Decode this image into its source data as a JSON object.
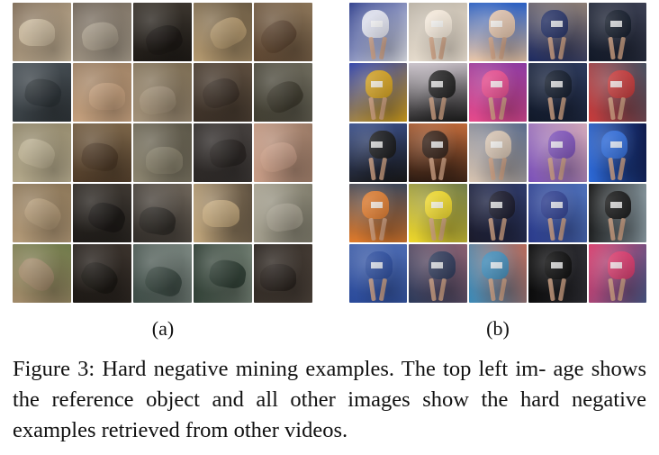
{
  "figure": {
    "subfigure_labels": [
      "(a)",
      "(b)"
    ],
    "caption_label": "Figure 3:",
    "caption_text": "Hard negative mining examples. The top left im- age shows the reference object and all other images show the hard negative examples retrieved from other videos."
  },
  "panels": [
    {
      "name": "animal-grid",
      "colors": [
        [
          "#7d6a55",
          "#6f6458",
          "#3b352e",
          "#6a5a43",
          "#8a7458"
        ],
        [
          "#4c545a",
          "#9b7f63",
          "#7a6b52",
          "#5c4d3e",
          "#6d6a5c"
        ],
        [
          "#8e8468",
          "#7a6448",
          "#5a5547",
          "#45403e",
          "#9a7a66"
        ],
        [
          "#8b7658",
          "#3e3832",
          "#6e655a",
          "#5d5040",
          "#7d7a6a"
        ],
        [
          "#6f7a4a",
          "#3b332d",
          "#7b8680",
          "#6f7c70",
          "#4c423a"
        ]
      ],
      "accents": [
        [
          "#c9b89c",
          "#a89d8c",
          "#1e1a16",
          "#b59a70",
          "#5b4430"
        ],
        [
          "#2e3438",
          "#c7a27f",
          "#a3927a",
          "#3a2f26",
          "#3f3c30"
        ],
        [
          "#b9ae90",
          "#4f3b28",
          "#8c8570",
          "#2a2624",
          "#c79c86"
        ],
        [
          "#b39a78",
          "#1d1a17",
          "#302c28",
          "#c2a77c",
          "#a8a392"
        ],
        [
          "#a28a6a",
          "#1c1814",
          "#3c4a44",
          "#2f3e34",
          "#2a241f"
        ]
      ]
    },
    {
      "name": "runner-grid",
      "colors": [
        [
          "#2b3b8a",
          "#b9b1a4",
          "#2a5fc2",
          "#8d7e74",
          "#3b3f52"
        ],
        [
          "#2c3fa8",
          "#c8c0c8",
          "#8a3aa0",
          "#2d3a5c",
          "#475060"
        ],
        [
          "#3a4f8a",
          "#c06a3a",
          "#596a8a",
          "#d2a8b8",
          "#0f1a4a"
        ],
        [
          "#3a4558",
          "#6f7a4a",
          "#2e3a6a",
          "#4e70b8",
          "#8fa0a8"
        ],
        [
          "#4c6ab0",
          "#8a6070",
          "#b86a5a",
          "#2e2e34",
          "#4c5a8a"
        ]
      ],
      "accents": [
        [
          "#e5e7ef",
          "#f4e9da",
          "#e9c6a8",
          "#1d2a60",
          "#111827"
        ],
        [
          "#d6a21a",
          "#1c1c1c",
          "#e64a8a",
          "#101828",
          "#c83a3a"
        ],
        [
          "#1a1a1a",
          "#2a1a12",
          "#d8c4b0",
          "#7a50b8",
          "#2d6ad8"
        ],
        [
          "#e07a2a",
          "#f0d82a",
          "#1a1a2a",
          "#2a3a8a",
          "#111111"
        ],
        [
          "#2a4a9a",
          "#2c3a5a",
          "#3a8ab8",
          "#0a0a0a",
          "#d83a6a"
        ]
      ]
    }
  ]
}
